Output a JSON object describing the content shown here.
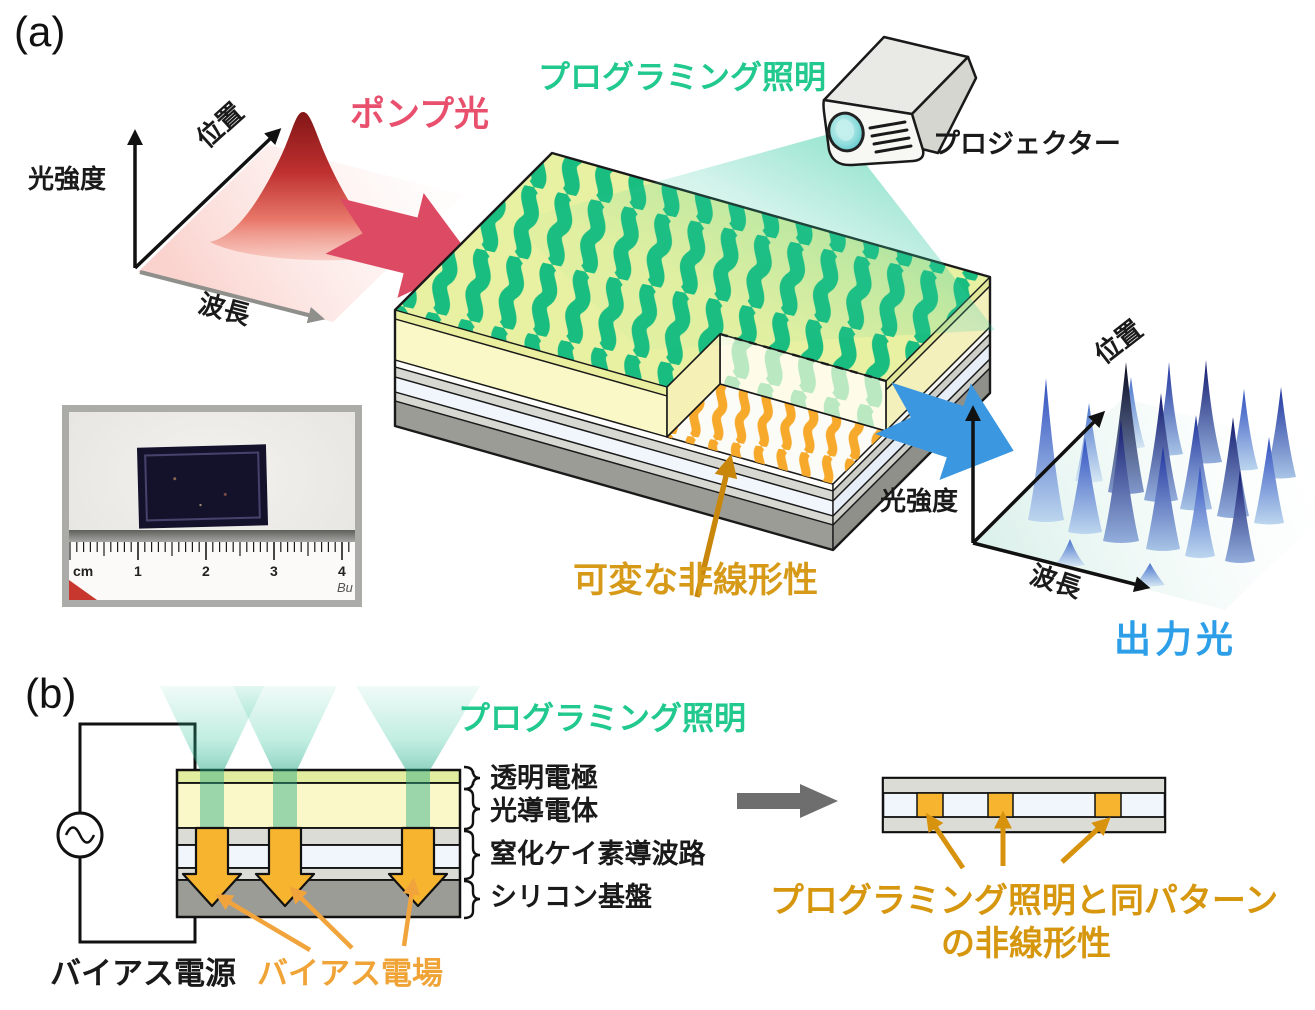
{
  "panel_a": {
    "label": "(a)",
    "pump_light_label": "ポンプ光",
    "programming_illumination_label": "プログラミング照明",
    "projector_label": "プロジェクター",
    "tunable_nonlinearity_label": "可変な非線形性",
    "output_light_label": "出力光",
    "input_plot": {
      "y_axis": "光強度",
      "depth_axis": "位置",
      "x_axis": "波長"
    },
    "output_plot": {
      "y_axis": "光強度",
      "depth_axis": "位置",
      "x_axis": "波長"
    },
    "photo_inset": {
      "ruler_unit": "cm",
      "ruler_numbers": [
        "1",
        "2",
        "3",
        "4"
      ],
      "ruler_text": "Bu"
    }
  },
  "panel_b": {
    "label": "(b)",
    "programming_illumination_label": "プログラミング照明",
    "layer_labels": [
      "透明電極",
      "光導電体",
      "窒化ケイ素導波路",
      "シリコン基盤"
    ],
    "bias_source_label": "バイアス電源",
    "bias_field_label": "バイアス電場",
    "result_caption_line1": "プログラミング照明と同パターン",
    "result_caption_line2": "の非線形性"
  },
  "colors": {
    "green_text": "#21C98E",
    "pattern_green": "#1ABD80",
    "pump_red": "#DC4A63",
    "output_blue": "#2D9FE8",
    "arrow_blue": "#3B97DF",
    "nonlinearity_gold": "#D79A18",
    "bias_field_orange": "#F0A437",
    "field_arrow_orange": "#F6B42F",
    "substrate_gray": "#9C9C97"
  }
}
